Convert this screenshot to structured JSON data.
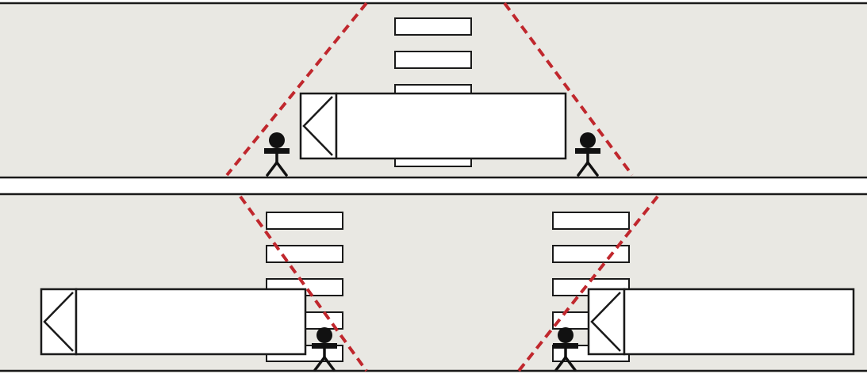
{
  "colors": {
    "road": "#e9e8e3",
    "border": "#1a1a1a",
    "divider": "#ffffff",
    "sightline": "#c0272d",
    "truck_fill": "#ffffff",
    "crosswalk_fill": "#ffffff",
    "pedestrian": "#111111"
  },
  "panels": [
    {
      "id": "top",
      "truck_direction": "left",
      "pedestrians": 2,
      "crosswalk_stripes": 5
    },
    {
      "id": "bottom",
      "trucks": [
        {
          "side": "left",
          "direction": "left"
        },
        {
          "side": "right",
          "direction": "left"
        }
      ],
      "pedestrians": 2,
      "crosswalks": 2
    }
  ],
  "icons": {
    "pedestrian": "pedestrian-icon",
    "truck": "truck-icon"
  }
}
